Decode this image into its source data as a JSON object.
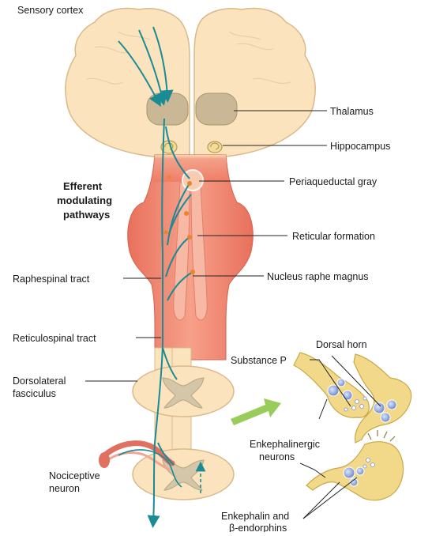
{
  "labels": {
    "sensory_cortex": "Sensory cortex",
    "thalamus": "Thalamus",
    "hippocampus": "Hippocampus",
    "periaqueductal_gray": "Periaqueductal gray",
    "efferent_line1": "Efferent",
    "efferent_line2": "modulating",
    "efferent_line3": "pathways",
    "reticular_formation": "Reticular formation",
    "raphespinal_tract": "Raphespinal tract",
    "nucleus_raphe_magnus": "Nucleus raphe magnus",
    "reticulospinal_tract": "Reticulospinal tract",
    "dorsal_horn": "Dorsal horn",
    "substance_p": "Substance P",
    "dorsolateral_line1": "Dorsolateral",
    "dorsolateral_line2": "fasciculus",
    "enkephalinergic_line1": "Enkephalinergic",
    "enkephalinergic_line2": "neurons",
    "nociceptive_line1": "Nociceptive",
    "nociceptive_line2": "neuron",
    "enkephalin_line1": "Enkephalin and",
    "enkephalin_line2": "β-endorphins"
  },
  "colors": {
    "brain": "#fbe3bd",
    "brain_outline": "#d9b98a",
    "brainstem": "#f0806a",
    "brainstem_light": "#f7b09c",
    "thalamus": "#c9b795",
    "pathway": "#1a8a94",
    "neuron_yellow": "#f2d98a",
    "neuron_outline": "#c9a84a",
    "vesicle": "#7f98d6",
    "arrow_green": "#8fc64a",
    "nociceptive": "#e07060"
  }
}
